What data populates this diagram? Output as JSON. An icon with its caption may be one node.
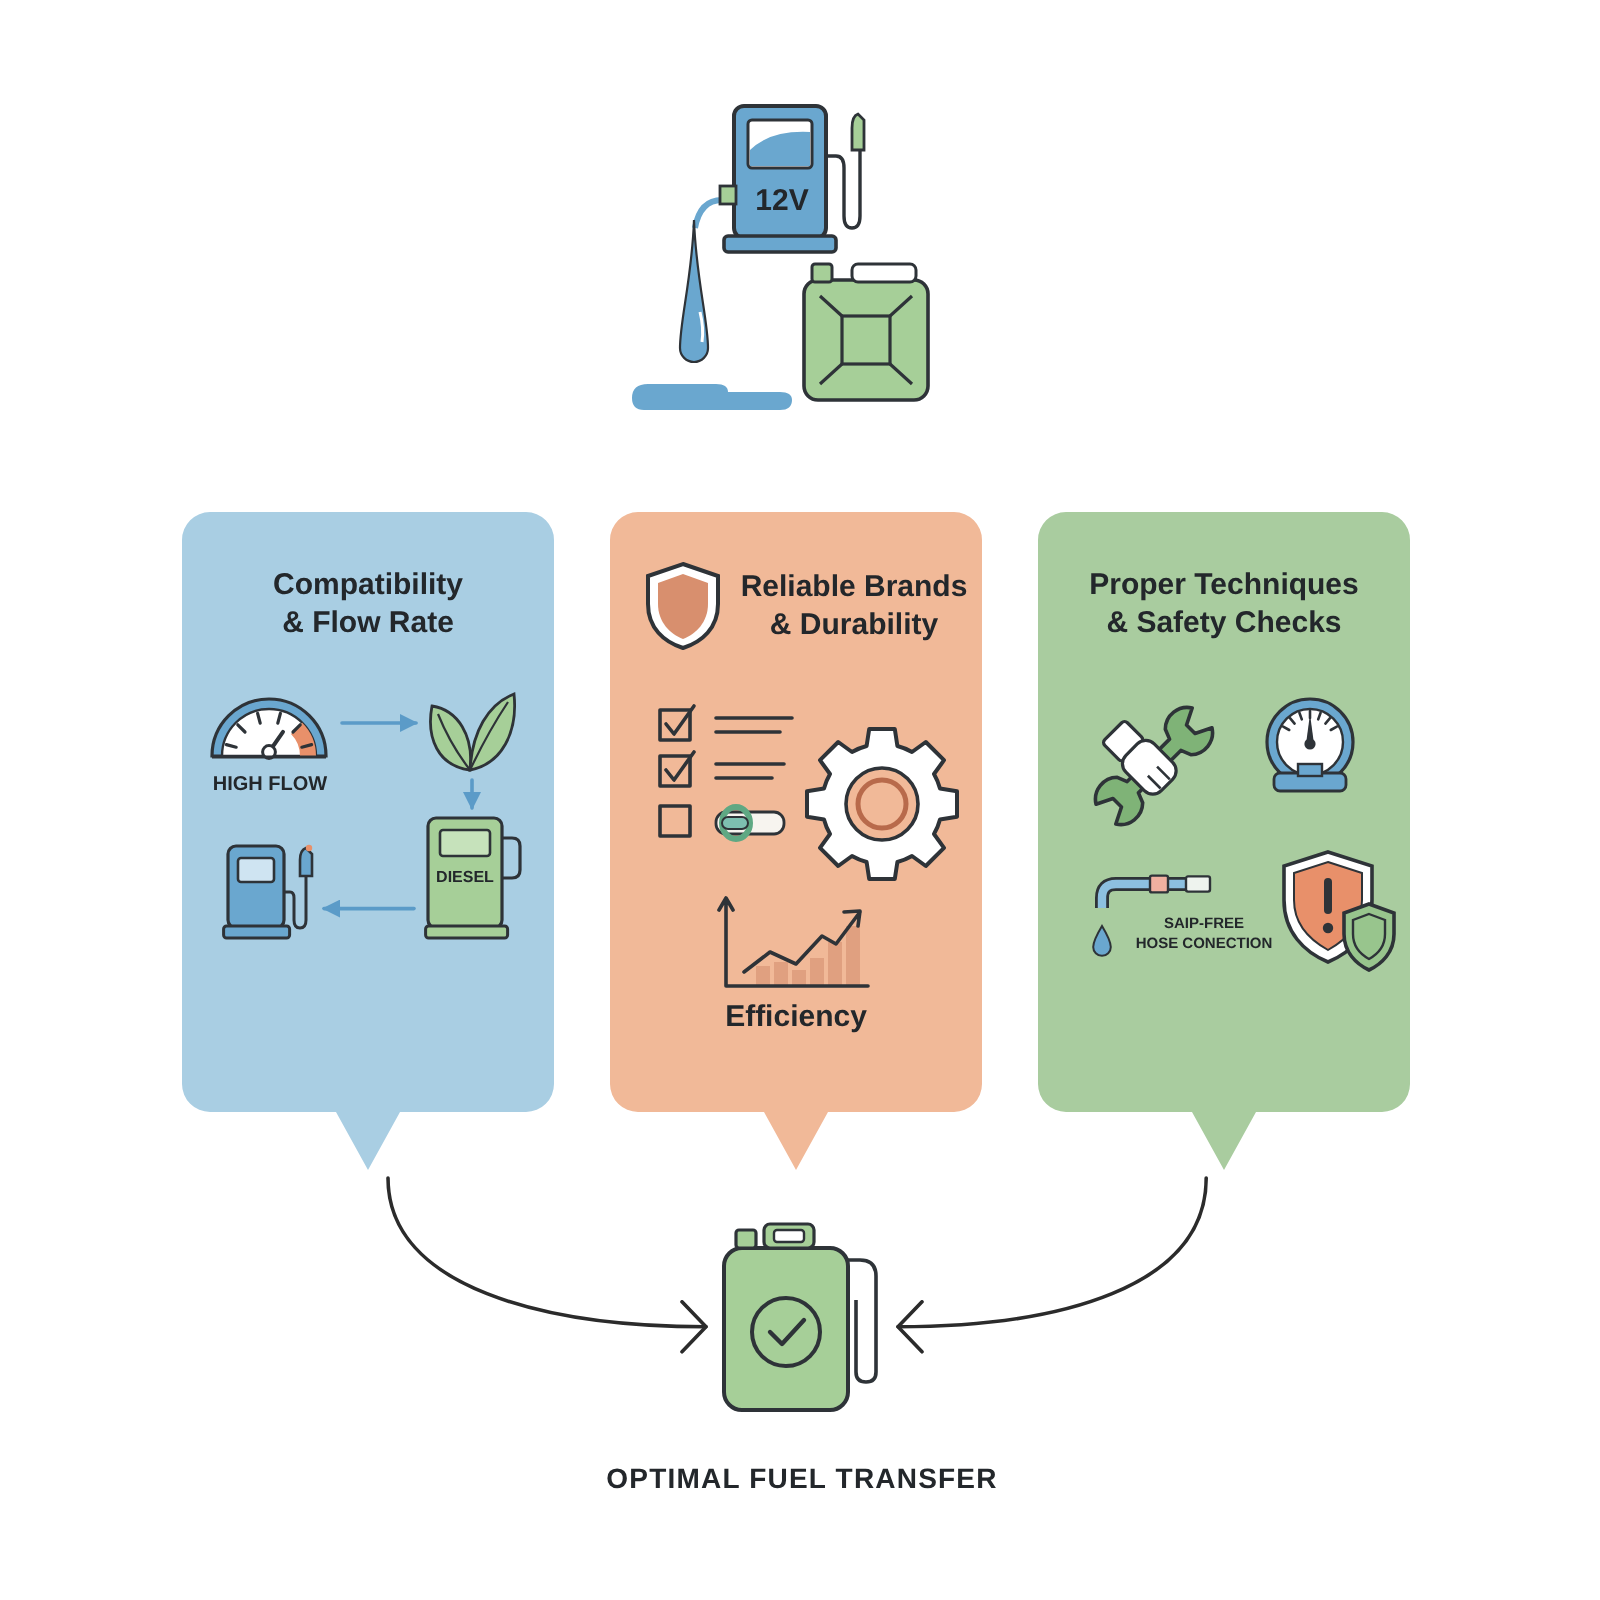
{
  "diagram": {
    "nodes": [
      {
        "text": [
          "Compatibility & Flow Rate"
        ]
      },
      {
        "text": [],
        "shape": "picture",
        "beside": [
          "HIGH FLOW"
        ],
        "in": 0
      },
      {
        "text": [],
        "shape": "picture",
        "in": 0
      },
      {
        "text": [
          "DIESEL"
        ],
        "in": 0
      },
      {
        "text": [],
        "shape": "picture",
        "in": 0
      },
      {
        "text": [
          "Reliable Brands & Durability",
          "Efficiency"
        ]
      },
      {
        "text": [
          "Proper Techniques & Safety Checks",
          "SAIP-FREE HOSE CONECTION"
        ]
      },
      {
        "text": [],
        "shape": "picture",
        "beside": [
          "OPTIMAL FUEL TRANSFER"
        ]
      }
    ],
    "edges": [
      {
        "from": 1,
        "to": 2,
        "arrow": "to"
      },
      {
        "from": 2,
        "to": 3,
        "arrow": "to"
      },
      {
        "from": 3,
        "to": 4,
        "arrow": "to"
      },
      {
        "from": 0,
        "to": 7,
        "arrow": "to",
        "color": "#2b2b2b"
      },
      {
        "from": 6,
        "to": 7,
        "arrow": "to",
        "color": "#2b2b2b"
      }
    ],
    "labels": [
      "12V"
    ]
  }
}
